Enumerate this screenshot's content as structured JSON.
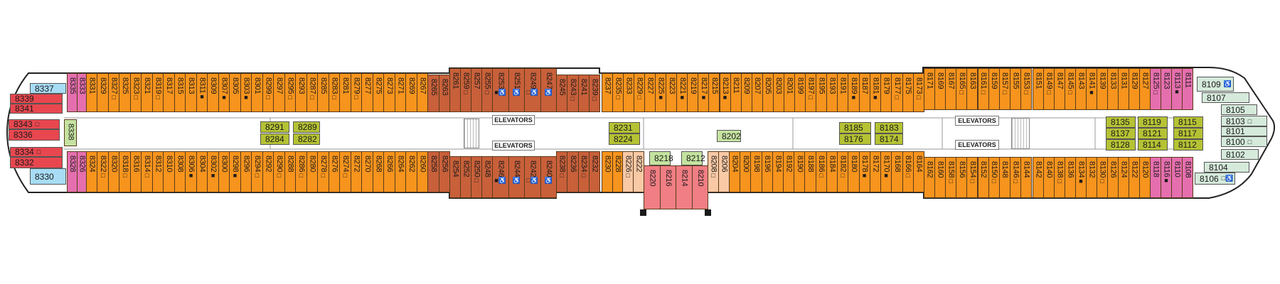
{
  "title": "Deck 8 deck plan",
  "colors": {
    "orange": "#f7941d",
    "brown": "#c8603a",
    "pink": "#e56fae",
    "red": "#e8474f",
    "lightblue": "#a8dcf5",
    "lightgreen": "#c5e3a0",
    "olive": "#b5c234",
    "peach": "#f9c9a5",
    "salmon": "#f07e84",
    "mint": "#d5eadb"
  },
  "elevators": {
    "label": "ELEVATORS"
  },
  "sections": [
    {
      "id": "U1",
      "color": "pink",
      "cabins": [
        {
          "n": "8335"
        },
        {
          "n": "8333"
        }
      ]
    },
    {
      "id": "U2",
      "color": "orange",
      "cabins": [
        {
          "n": "8331"
        },
        {
          "n": "8329"
        },
        {
          "n": "8327",
          "m": "□"
        },
        {
          "n": "8325"
        },
        {
          "n": "8323",
          "m": "□"
        },
        {
          "n": "8321"
        },
        {
          "n": "8319",
          "m": "□"
        },
        {
          "n": "8317"
        },
        {
          "n": "8315"
        },
        {
          "n": "8313"
        },
        {
          "n": "8311",
          "m": "■"
        },
        {
          "n": "8309"
        },
        {
          "n": "8307",
          "m": "■"
        },
        {
          "n": "8305"
        },
        {
          "n": "8303",
          "m": "■"
        },
        {
          "n": "8301"
        },
        {
          "n": "8299",
          "m": "□"
        },
        {
          "n": "8297"
        },
        {
          "n": "8295",
          "m": "□"
        },
        {
          "n": "8293"
        },
        {
          "n": "8287",
          "m": "□"
        },
        {
          "n": "8285"
        },
        {
          "n": "8283",
          "m": "□"
        },
        {
          "n": "8281"
        },
        {
          "n": "8279",
          "m": "□"
        },
        {
          "n": "8277"
        },
        {
          "n": "8275"
        },
        {
          "n": "8273"
        },
        {
          "n": "8271"
        },
        {
          "n": "8269"
        },
        {
          "n": "8267"
        }
      ]
    },
    {
      "id": "U3",
      "color": "brown",
      "cabins": [
        {
          "n": "8265"
        },
        {
          "n": "8263"
        }
      ]
    },
    {
      "id": "U4",
      "color": "brown",
      "cabins": [
        {
          "n": "8261"
        },
        {
          "n": "8259",
          "m": "□"
        },
        {
          "n": "8257"
        },
        {
          "n": "8255",
          "m": "□"
        }
      ]
    },
    {
      "id": "U5",
      "color": "brown",
      "cabins": [
        {
          "n": "8253",
          "m": "■♿"
        },
        {
          "n": "8251",
          "m": "♿"
        },
        {
          "n": "8249",
          "m": "□♿"
        },
        {
          "n": "8247",
          "m": "♿"
        }
      ]
    },
    {
      "id": "U6",
      "color": "brown",
      "cabins": [
        {
          "n": "8245"
        },
        {
          "n": "8243",
          "m": "□"
        },
        {
          "n": "8241"
        },
        {
          "n": "8239",
          "m": "□"
        }
      ]
    },
    {
      "id": "U7",
      "color": "orange",
      "cabins": [
        {
          "n": "8237"
        },
        {
          "n": "8235",
          "m": "□"
        },
        {
          "n": "8233"
        },
        {
          "n": "8229",
          "m": "□"
        },
        {
          "n": "8227"
        },
        {
          "n": "8225",
          "m": "■"
        },
        {
          "n": "8223"
        },
        {
          "n": "8221",
          "m": "■"
        },
        {
          "n": "8219"
        },
        {
          "n": "8217",
          "m": "■"
        },
        {
          "n": "8215"
        },
        {
          "n": "8213",
          "m": "■"
        },
        {
          "n": "8211"
        },
        {
          "n": "8209"
        },
        {
          "n": "8207"
        },
        {
          "n": "8205"
        },
        {
          "n": "8203"
        },
        {
          "n": "8201"
        },
        {
          "n": "8199"
        },
        {
          "n": "8197",
          "m": "□"
        },
        {
          "n": "8195"
        },
        {
          "n": "8193"
        }
      ]
    },
    {
      "id": "U8",
      "color": "orange",
      "cabins": [
        {
          "n": "8191"
        },
        {
          "n": "8189",
          "m": "■"
        },
        {
          "n": "8187"
        },
        {
          "n": "8181",
          "m": "■"
        },
        {
          "n": "8179"
        },
        {
          "n": "8177",
          "m": "□"
        },
        {
          "n": "8175"
        },
        {
          "n": "8173",
          "m": "□"
        }
      ]
    },
    {
      "id": "U9",
      "color": "orange",
      "cabins": [
        {
          "n": "8171"
        },
        {
          "n": "8169"
        },
        {
          "n": "8167"
        },
        {
          "n": "8165",
          "m": "□"
        },
        {
          "n": "8163"
        },
        {
          "n": "8161",
          "m": "□"
        },
        {
          "n": "8159"
        },
        {
          "n": "8157",
          "m": "□"
        },
        {
          "n": "8155"
        },
        {
          "n": "8153",
          "m": "□"
        }
      ]
    },
    {
      "id": "U10",
      "color": "orange",
      "cabins": [
        {
          "n": "8151"
        },
        {
          "n": "8149",
          "m": "□"
        },
        {
          "n": "8147"
        },
        {
          "n": "8145",
          "m": "□"
        },
        {
          "n": "8143"
        },
        {
          "n": "8141",
          "m": "■"
        },
        {
          "n": "8139"
        },
        {
          "n": "8133"
        },
        {
          "n": "8131"
        },
        {
          "n": "8129"
        },
        {
          "n": "8127"
        }
      ]
    },
    {
      "id": "U11",
      "color": "pink",
      "cabins": [
        {
          "n": "8125",
          "m": "□"
        },
        {
          "n": "8123"
        },
        {
          "n": "8113",
          "m": "■"
        },
        {
          "n": "8111"
        }
      ]
    },
    {
      "id": "L1",
      "color": "pink",
      "cabins": [
        {
          "n": "8328"
        },
        {
          "n": "8326"
        }
      ]
    },
    {
      "id": "L2",
      "color": "orange",
      "cabins": [
        {
          "n": "8324"
        },
        {
          "n": "8322",
          "m": "□"
        },
        {
          "n": "8320"
        },
        {
          "n": "8318",
          "m": "□"
        },
        {
          "n": "8316"
        },
        {
          "n": "8314",
          "m": "□"
        },
        {
          "n": "8312"
        },
        {
          "n": "8310"
        },
        {
          "n": "8308"
        },
        {
          "n": "8306",
          "m": "■"
        },
        {
          "n": "8304"
        },
        {
          "n": "8302",
          "m": "■"
        },
        {
          "n": "8300"
        },
        {
          "n": "8298",
          "m": "■"
        },
        {
          "n": "8296"
        },
        {
          "n": "8294",
          "m": "□"
        },
        {
          "n": "8292"
        },
        {
          "n": "8290",
          "m": "□"
        },
        {
          "n": "8288"
        },
        {
          "n": "8286",
          "m": "□"
        },
        {
          "n": "8280"
        },
        {
          "n": "8278",
          "m": "□"
        },
        {
          "n": "8276"
        },
        {
          "n": "8274",
          "m": "□"
        },
        {
          "n": "8272"
        },
        {
          "n": "8270"
        },
        {
          "n": "8268"
        },
        {
          "n": "8266"
        },
        {
          "n": "8264"
        },
        {
          "n": "8262"
        },
        {
          "n": "8260"
        }
      ]
    },
    {
      "id": "L3",
      "color": "brown",
      "cabins": [
        {
          "n": "8258"
        },
        {
          "n": "8256"
        }
      ]
    },
    {
      "id": "L4",
      "color": "brown",
      "cabins": [
        {
          "n": "8254"
        },
        {
          "n": "8252"
        },
        {
          "n": "8250",
          "m": "□"
        },
        {
          "n": "8248"
        }
      ]
    },
    {
      "id": "L5",
      "color": "brown",
      "cabins": [
        {
          "n": "8246",
          "m": "■♿"
        },
        {
          "n": "8244",
          "m": "♿"
        },
        {
          "n": "8242",
          "m": "□♿"
        },
        {
          "n": "8240",
          "m": "♿"
        }
      ]
    },
    {
      "id": "L6",
      "color": "brown",
      "cabins": [
        {
          "n": "8238",
          "m": "□"
        },
        {
          "n": "8236"
        },
        {
          "n": "8234",
          "m": "□"
        },
        {
          "n": "8232"
        }
      ]
    },
    {
      "id": "L7",
      "color": "orange",
      "cabins": [
        {
          "n": "8230"
        },
        {
          "n": "8228"
        }
      ]
    },
    {
      "id": "L8",
      "color": "peach",
      "cabins": [
        {
          "n": "8226",
          "m": "□"
        },
        {
          "n": "8222"
        }
      ]
    },
    {
      "id": "L9",
      "color": "salmon",
      "cabins": [
        {
          "n": "8220"
        },
        {
          "n": "8216"
        },
        {
          "n": "8214"
        },
        {
          "n": "8210"
        }
      ]
    },
    {
      "id": "L10",
      "color": "peach",
      "cabins": [
        {
          "n": "8208",
          "m": "□"
        },
        {
          "n": "8206"
        }
      ]
    },
    {
      "id": "L11",
      "color": "orange",
      "cabins": [
        {
          "n": "8204"
        },
        {
          "n": "8200"
        },
        {
          "n": "8198"
        },
        {
          "n": "8196"
        },
        {
          "n": "8194"
        },
        {
          "n": "8192"
        },
        {
          "n": "8190"
        },
        {
          "n": "8188"
        },
        {
          "n": "8186",
          "m": "□"
        },
        {
          "n": "8184"
        }
      ]
    },
    {
      "id": "L12",
      "color": "orange",
      "cabins": [
        {
          "n": "8182",
          "m": "□"
        },
        {
          "n": "8180"
        },
        {
          "n": "8178",
          "m": "■"
        },
        {
          "n": "8172"
        },
        {
          "n": "8170",
          "m": "■"
        },
        {
          "n": "8168"
        },
        {
          "n": "8166",
          "m": "□"
        },
        {
          "n": "8164"
        }
      ]
    },
    {
      "id": "L13",
      "color": "orange",
      "cabins": [
        {
          "n": "8162"
        },
        {
          "n": "8160"
        },
        {
          "n": "8158",
          "m": "□"
        },
        {
          "n": "8156"
        },
        {
          "n": "8154",
          "m": "□"
        },
        {
          "n": "8152"
        },
        {
          "n": "8150",
          "m": "□"
        },
        {
          "n": "8148"
        },
        {
          "n": "8146",
          "m": "□"
        },
        {
          "n": "8144"
        }
      ]
    },
    {
      "id": "L14",
      "color": "orange",
      "cabins": [
        {
          "n": "8142"
        },
        {
          "n": "8140"
        },
        {
          "n": "8138",
          "m": "□"
        },
        {
          "n": "8136"
        },
        {
          "n": "8134",
          "m": "■"
        },
        {
          "n": "8132"
        },
        {
          "n": "8130",
          "m": "□"
        },
        {
          "n": "8126"
        },
        {
          "n": "8124"
        },
        {
          "n": "8122"
        },
        {
          "n": "8120"
        }
      ]
    },
    {
      "id": "L15",
      "color": "pink",
      "cabins": [
        {
          "n": "8118"
        },
        {
          "n": "8116",
          "m": "■"
        },
        {
          "n": "8110"
        },
        {
          "n": "8108"
        }
      ]
    }
  ],
  "boxes": [
    {
      "id": "b8338",
      "n": "8338",
      "color": "lightgreen",
      "vertical": true
    },
    {
      "id": "b8337",
      "n": "8337",
      "color": "lightblue"
    },
    {
      "id": "b8339",
      "n": "8339",
      "color": "red"
    },
    {
      "id": "b8341",
      "n": "8341",
      "color": "red"
    },
    {
      "id": "b8343",
      "n": "8343",
      "color": "red",
      "m": "□"
    },
    {
      "id": "b8336",
      "n": "8336",
      "color": "red"
    },
    {
      "id": "b8334",
      "n": "8334",
      "color": "red",
      "m": "□"
    },
    {
      "id": "b8332",
      "n": "8332",
      "color": "red"
    },
    {
      "id": "b8330",
      "n": "8330",
      "color": "lightblue"
    },
    {
      "id": "b8291",
      "n": "8291",
      "color": "olive"
    },
    {
      "id": "b8289",
      "n": "8289",
      "color": "olive"
    },
    {
      "id": "b8284",
      "n": "8284",
      "color": "olive"
    },
    {
      "id": "b8282",
      "n": "8282",
      "color": "olive"
    },
    {
      "id": "b8231",
      "n": "8231",
      "color": "olive"
    },
    {
      "id": "b8224",
      "n": "8224",
      "color": "olive"
    },
    {
      "id": "b8218",
      "n": "8218",
      "color": "lightgreen"
    },
    {
      "id": "b8212",
      "n": "8212",
      "color": "lightgreen"
    },
    {
      "id": "b8202",
      "n": "8202",
      "color": "lightgreen"
    },
    {
      "id": "b8185",
      "n": "8185",
      "color": "olive"
    },
    {
      "id": "b8183",
      "n": "8183",
      "color": "olive"
    },
    {
      "id": "b8176",
      "n": "8176",
      "color": "olive"
    },
    {
      "id": "b8174",
      "n": "8174",
      "color": "olive"
    },
    {
      "id": "b8135",
      "n": "8135",
      "color": "olive"
    },
    {
      "id": "b8119",
      "n": "8119",
      "color": "olive"
    },
    {
      "id": "b8115",
      "n": "8115",
      "color": "olive"
    },
    {
      "id": "b8137",
      "n": "8137",
      "color": "olive"
    },
    {
      "id": "b8121",
      "n": "8121",
      "color": "olive"
    },
    {
      "id": "b8117",
      "n": "8117",
      "color": "olive"
    },
    {
      "id": "b8128",
      "n": "8128",
      "color": "olive"
    },
    {
      "id": "b8114",
      "n": "8114",
      "color": "olive"
    },
    {
      "id": "b8112",
      "n": "8112",
      "color": "olive"
    },
    {
      "id": "b8109",
      "n": "8109",
      "color": "mint",
      "m": "♿"
    },
    {
      "id": "b8107",
      "n": "8107",
      "color": "mint"
    },
    {
      "id": "b8105",
      "n": "8105",
      "color": "mint"
    },
    {
      "id": "b8103",
      "n": "8103",
      "color": "mint",
      "m": "□"
    },
    {
      "id": "b8101",
      "n": "8101",
      "color": "mint"
    },
    {
      "id": "b8100",
      "n": "8100",
      "color": "mint",
      "m": "□"
    },
    {
      "id": "b8102",
      "n": "8102",
      "color": "mint"
    },
    {
      "id": "b8104",
      "n": "8104",
      "color": "mint"
    },
    {
      "id": "b8106",
      "n": "8106",
      "color": "mint",
      "m": "□♿"
    }
  ]
}
